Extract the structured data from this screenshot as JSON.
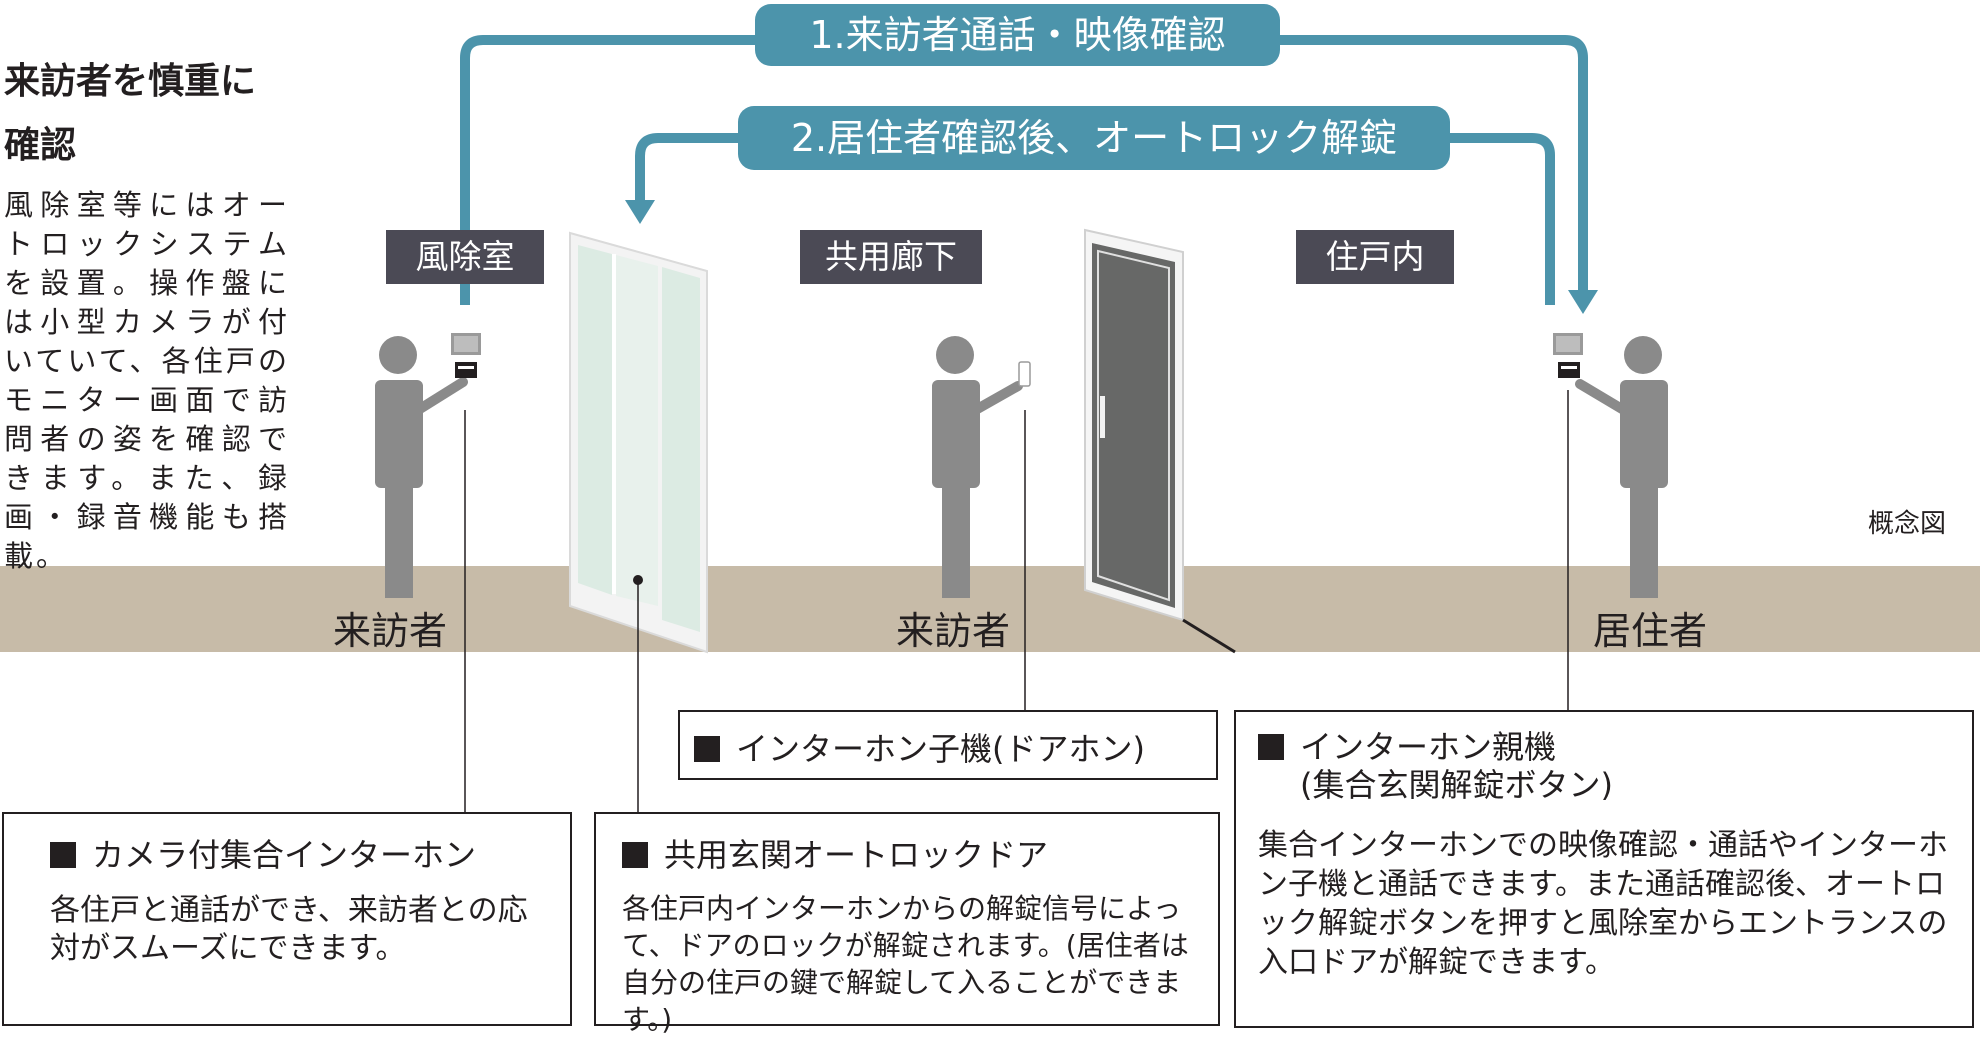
{
  "heading": [
    "来訪者を慎重に",
    "確認"
  ],
  "side_description": "風除室等にはオートロックシステムを設置。操作盤には小型カメラが付いていて、各住戸のモニター画面で訪問者の姿を確認できます。また、録画・録音機能も搭載。",
  "concept_label": "概念図",
  "banners": {
    "step1": "1.来訪者通話・映像確認",
    "step2": "2.居住者確認後、オートロック解錠"
  },
  "areas": {
    "vestibule": "風除室",
    "corridor": "共用廊下",
    "dwelling": "住戸内"
  },
  "people": {
    "visitor_1": "来訪者",
    "visitor_2": "来訪者",
    "resident": "居住者"
  },
  "boxes": {
    "camera_intercom": {
      "title": "カメラ付集合インターホン",
      "text": "各住戸と通話ができ、来訪者との応対がスムーズにできます。"
    },
    "autolock_door": {
      "title": "共用玄関オートロックドア",
      "text": "各住戸内インターホンからの解錠信号によって、ドアのロックが解錠されます。(居住者は自分の住戸の鍵で解錠して入ることができます。)"
    },
    "door_phone": {
      "title": "インターホン子機(ドアホン)"
    },
    "master_unit": {
      "title_line1": "インターホン親機",
      "title_line2": "(集合玄関解錠ボタン)",
      "text": "集合インターホンでの映像確認・通話やインターホン子機と通話できます。また通話確認後、オートロック解錠ボタンを押すと風除室からエントランスの入口ドアが解錠できます。"
    }
  },
  "colors": {
    "accent": "#4c94ab",
    "label_bg": "#4b4a55",
    "floor": "#c7bba8",
    "figure": "#8a8a8a",
    "text": "#231f20"
  }
}
